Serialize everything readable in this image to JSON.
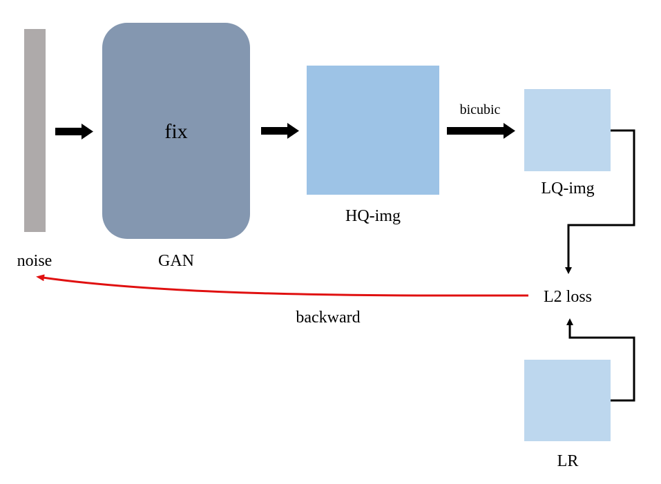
{
  "diagram": {
    "nodes": {
      "noise": {
        "label": "noise",
        "color": "#aeaaaa"
      },
      "gan": {
        "label": "GAN",
        "inner_text": "fix",
        "color": "#8497b0"
      },
      "hq_img": {
        "label": "HQ-img",
        "color": "#9dc3e6"
      },
      "lq_img": {
        "label": "LQ-img",
        "color": "#bdd7ee"
      },
      "l2_loss": {
        "label": "L2 loss"
      },
      "lr": {
        "label": "LR",
        "color": "#bdd7ee"
      }
    },
    "edges": {
      "noise_to_gan": {
        "label": ""
      },
      "gan_to_hq": {
        "label": ""
      },
      "hq_to_lq": {
        "label": "bicubic"
      },
      "lq_to_loss": {
        "label": ""
      },
      "lr_to_loss": {
        "label": ""
      },
      "loss_to_noise": {
        "label": "backward",
        "color": "#e01010"
      }
    }
  }
}
